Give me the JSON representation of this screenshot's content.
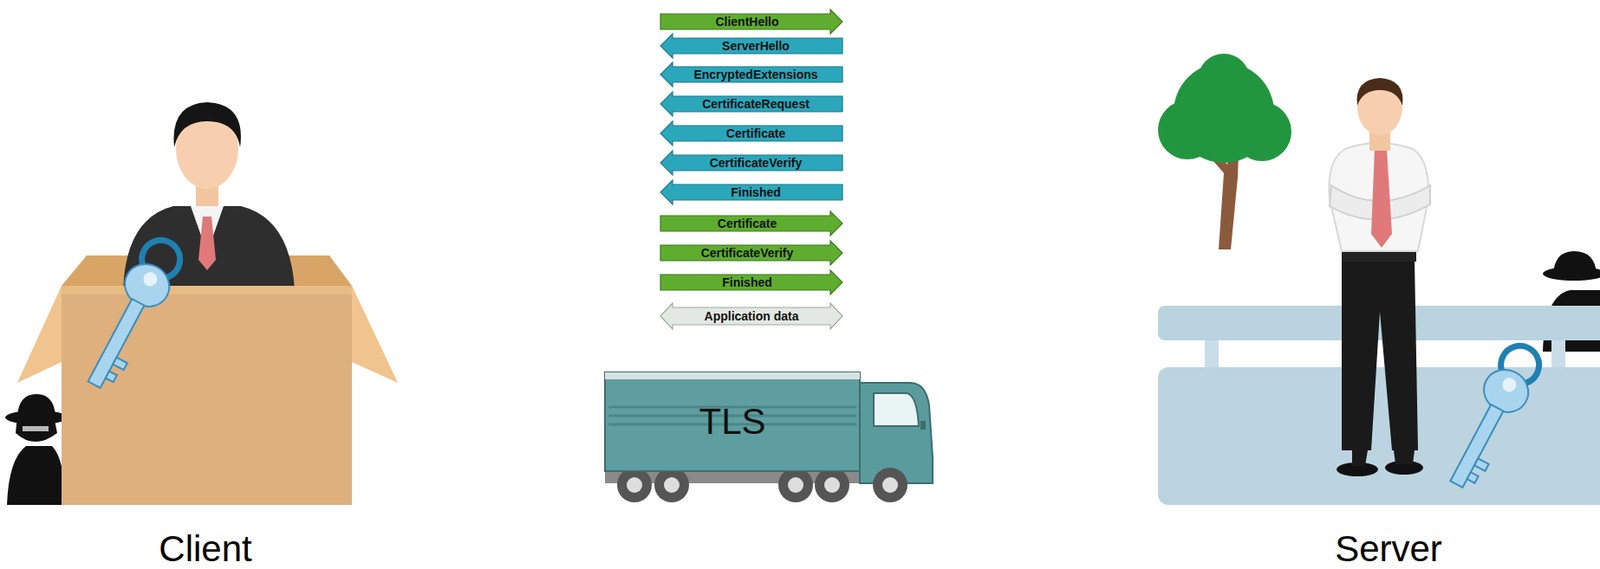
{
  "diagram": {
    "nodes": [
      {
        "text": [
          "ClientHello"
        ]
      },
      {
        "text": [
          "ServerHello"
        ]
      },
      {
        "text": [
          "EncryptedExtensions"
        ]
      },
      {
        "text": [
          "CertificateRequest"
        ]
      },
      {
        "text": [
          "Certificate"
        ]
      },
      {
        "text": [
          "CertificateVerify"
        ]
      },
      {
        "text": [
          "Finished"
        ]
      },
      {
        "text": [
          "Certificate"
        ]
      },
      {
        "text": [
          "CertificateVerify"
        ]
      },
      {
        "text": [
          "Finished"
        ]
      },
      {
        "text": [
          "Application data"
        ]
      },
      {
        "text": [
          "TLS"
        ]
      }
    ],
    "labels": [
      "Client",
      "Server"
    ]
  }
}
